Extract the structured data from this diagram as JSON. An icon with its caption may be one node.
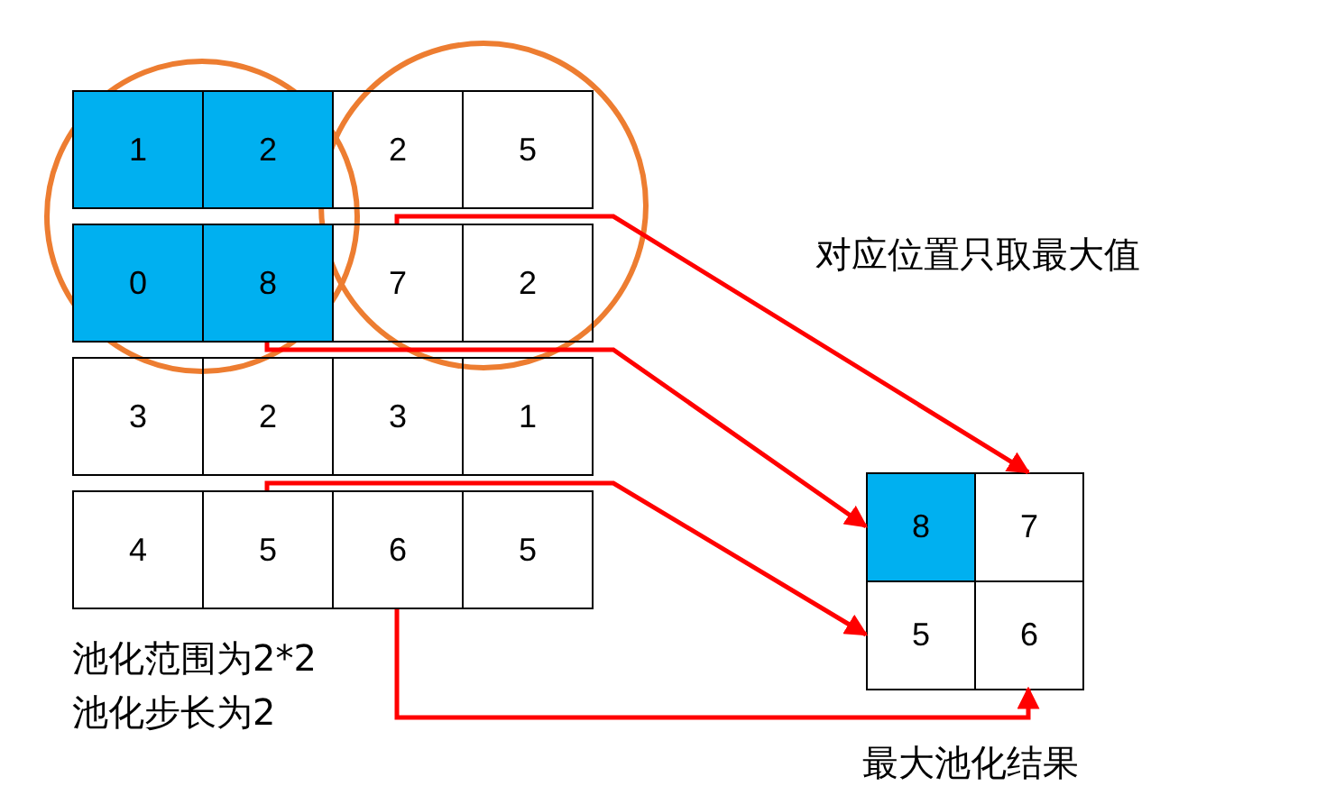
{
  "diagram": {
    "nodes": [
      {
        "text": [
          "1"
        ]
      },
      {
        "text": [
          "2"
        ]
      },
      {
        "text": [
          "2"
        ]
      },
      {
        "text": [
          "5"
        ]
      },
      {
        "text": [
          "0"
        ]
      },
      {
        "text": [
          "8"
        ]
      },
      {
        "text": [
          "7"
        ]
      },
      {
        "text": [
          "2"
        ]
      },
      {
        "text": [
          "3"
        ]
      },
      {
        "text": [
          "2"
        ]
      },
      {
        "text": [
          "3"
        ]
      },
      {
        "text": [
          "1"
        ]
      },
      {
        "text": [
          "4"
        ]
      },
      {
        "text": [
          "5"
        ]
      },
      {
        "text": [
          "6"
        ]
      },
      {
        "text": [
          "5"
        ]
      },
      {
        "text": [
          "8"
        ]
      },
      {
        "text": [
          "7"
        ]
      },
      {
        "text": [
          "5"
        ]
      },
      {
        "text": [
          "6"
        ]
      }
    ],
    "edges": [
      {
        "from": 5,
        "to": 16,
        "arrow": "to"
      },
      {
        "from": 6,
        "to": 17,
        "arrow": "to"
      },
      {
        "from": 13,
        "to": 18,
        "arrow": "to"
      },
      {
        "from": 14,
        "to": 19,
        "arrow": "to"
      }
    ],
    "labels": [
      "对应位置只取最大值",
      "池化范围为2*2",
      "池化步长为2",
      "最大池化结果"
    ]
  }
}
